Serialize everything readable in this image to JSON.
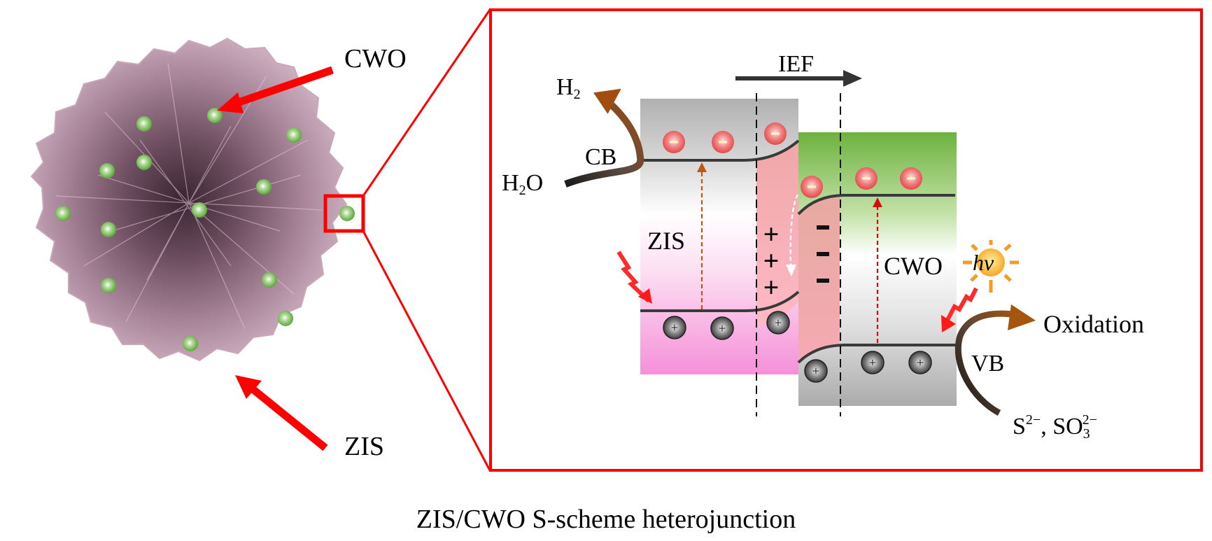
{
  "figure": {
    "caption": "ZIS/CWO S-scheme heterojunction",
    "colors": {
      "zoom_frame": "#ff0000",
      "pointer_arrow": "#ff0000",
      "zis_flower": "#b88fa3",
      "cwo_particle": "#6ab04c",
      "electron": "#ee5555",
      "hole": "#444444",
      "zis_cb_band": "#b5b5b5",
      "zis_vb_band": "#f78fd6",
      "cwo_cb_band": "#70b244",
      "cwo_vb_band": "#b0b0b0",
      "depletion_region": "#f2a8a8",
      "band_edge": "#3a3a3a",
      "product_arrow": "#8a4a10",
      "sun": "#f7b531"
    }
  },
  "left_panel": {
    "cwo_label": "CWO",
    "zis_label": "ZIS",
    "cwo_particle_count": 14
  },
  "band_diagram": {
    "ief_label": "IEF",
    "h2_label": "H",
    "h2_sub": "2",
    "h2o_label": "H",
    "h2o_sub": "2",
    "h2o_tail": "O",
    "cb_label": "CB",
    "vb_label": "VB",
    "zis_label": "ZIS",
    "cwo_label": "CWO",
    "hv_label": "hv",
    "oxidation_label": "Oxidation",
    "scavenger_s": "S",
    "scavenger_s_sup": "2−",
    "scavenger_sep": ", SO",
    "scavenger_so3_sub": "3",
    "scavenger_so3_sup": "2−",
    "electron_symbol": "−",
    "hole_symbol": "+",
    "positive_charges": [
      "+",
      "+",
      "+"
    ],
    "negative_charges": [
      "−",
      "−",
      "−"
    ],
    "zis": {
      "electrons": 3,
      "holes": 3
    },
    "cwo": {
      "electrons": 3,
      "holes": 3
    }
  }
}
